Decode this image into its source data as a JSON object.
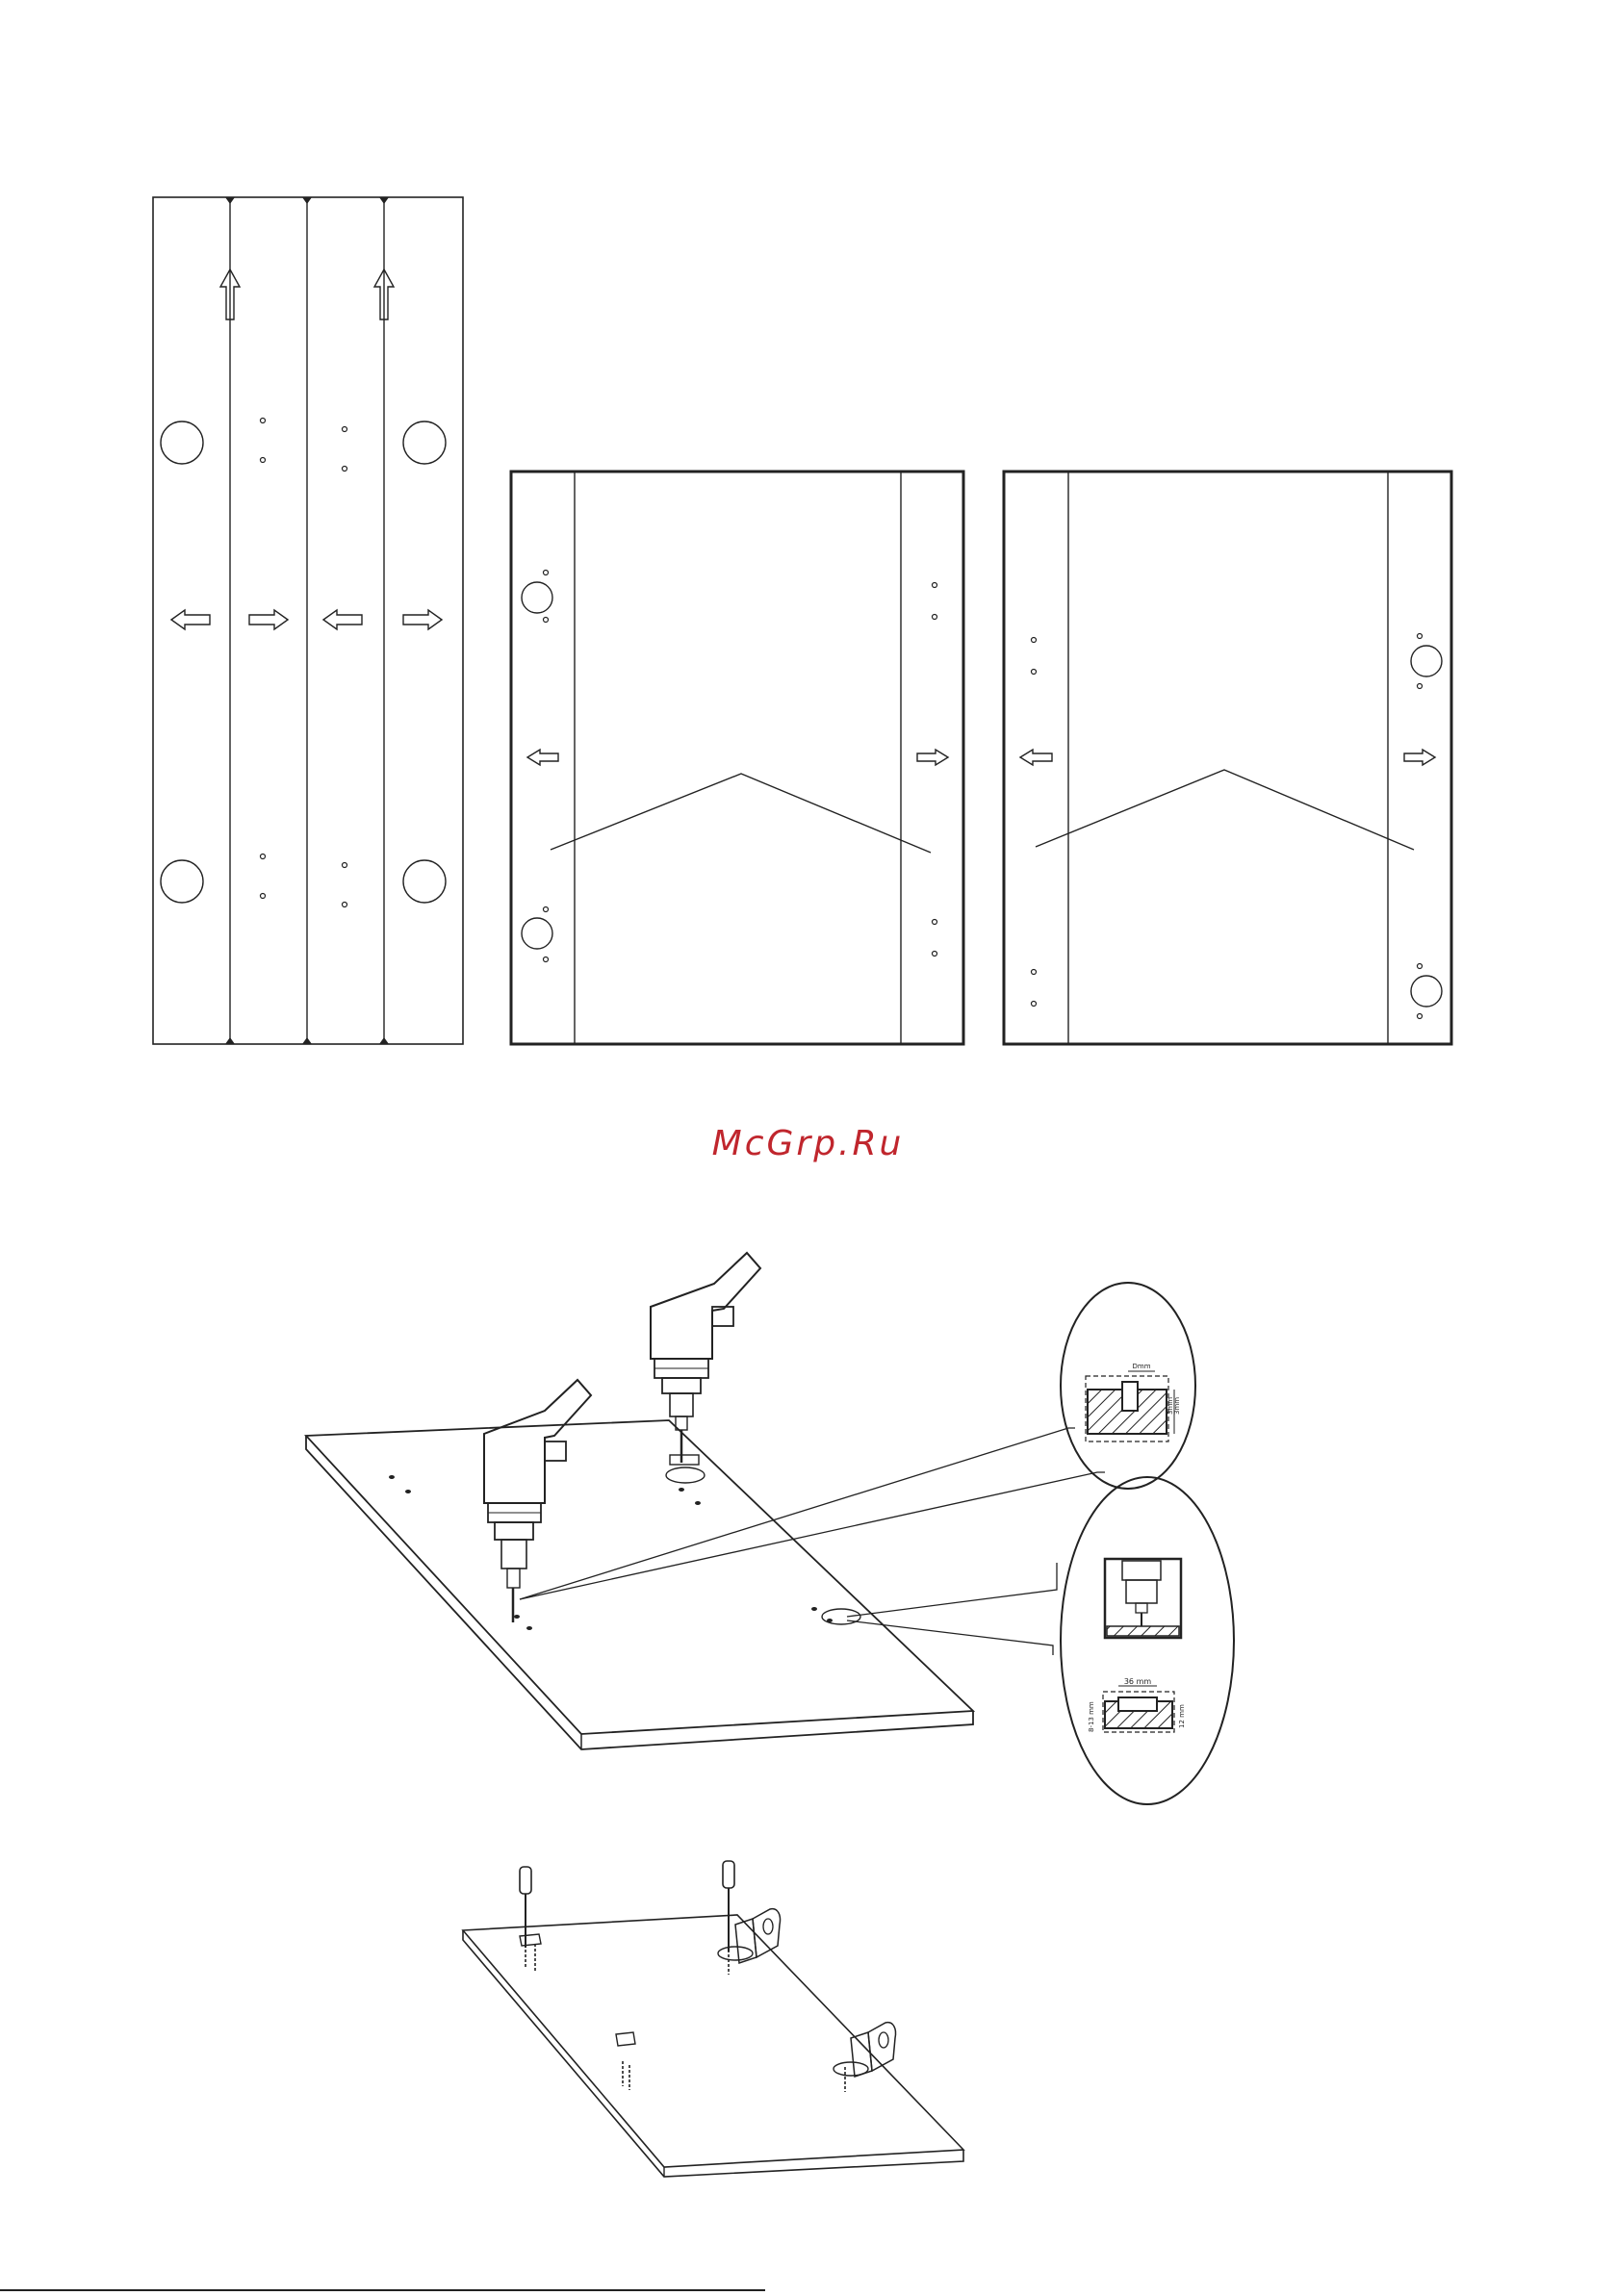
{
  "watermark": {
    "text": "McGrp.Ru",
    "color": "#c0262d"
  },
  "drawing_color": "#222222",
  "detail_callout_1": {
    "dim_top": "Dmm",
    "dim_side_a": "3mm",
    "dim_side_b": "3mm"
  },
  "detail_callout_2": {
    "dim_top": "36 mm",
    "dim_left": "8-13 mm",
    "dim_right": "12 mm"
  }
}
